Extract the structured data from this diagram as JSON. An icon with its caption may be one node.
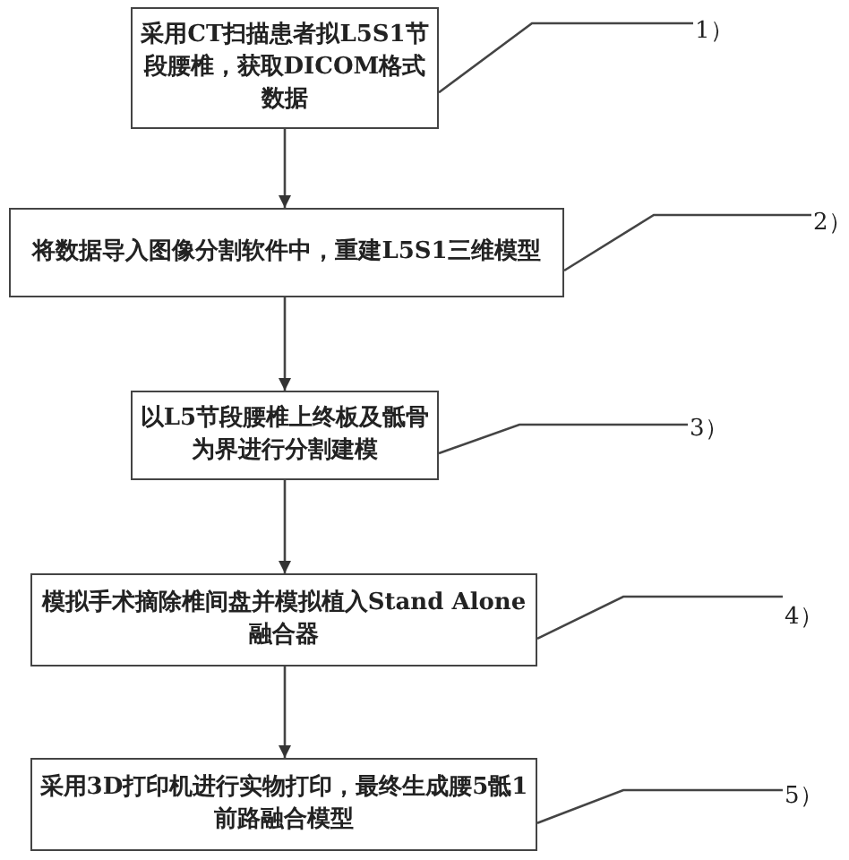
{
  "diagram": {
    "nodes": [
      {
        "text": [
          "采用CT扫描患者拟L5S1节段腰椎，获取DICOM格式数据"
        ]
      },
      {
        "text": [
          "将数据导入图像分割软件中，重建L5S1三维模型"
        ]
      },
      {
        "text": [
          "以L5节段腰椎上终板及骶骨为界进行分割建模"
        ]
      },
      {
        "text": [
          "模拟手术摘除椎间盘并模拟植入Stand Alone融合器"
        ]
      },
      {
        "text": [
          "采用3D打印机进行实物打印，最终生成腰5骶1前路融合模型"
        ]
      },
      {
        "text": [
          "1）"
        ]
      },
      {
        "text": [
          "2）"
        ]
      },
      {
        "text": [
          "3）"
        ]
      },
      {
        "text": [
          "4）"
        ]
      },
      {
        "text": [
          "5）"
        ]
      }
    ],
    "edges": [
      {
        "from": 0,
        "to": 1,
        "arrow": "to"
      },
      {
        "from": 1,
        "to": 2,
        "arrow": "to"
      },
      {
        "from": 2,
        "to": 3,
        "arrow": "to"
      },
      {
        "from": 3,
        "to": 4,
        "arrow": "to"
      },
      {
        "from": 5,
        "to": 0,
        "arrow": "none"
      },
      {
        "from": 6,
        "to": 1,
        "arrow": "none"
      },
      {
        "from": 7,
        "to": 2,
        "arrow": "none"
      },
      {
        "from": 8,
        "to": 3,
        "arrow": "none"
      },
      {
        "from": 9,
        "to": 4,
        "arrow": "none"
      }
    ]
  }
}
